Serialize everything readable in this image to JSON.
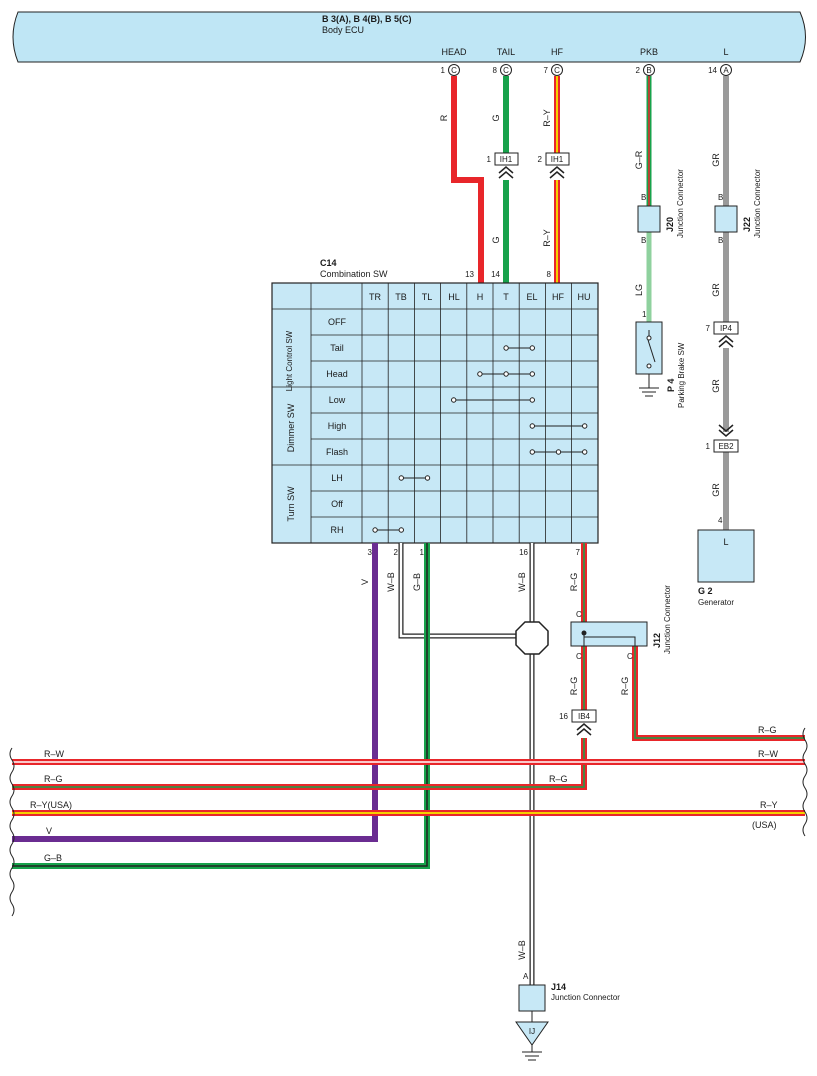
{
  "ecu": {
    "code": "B 3(A), B 4(B), B 5(C)",
    "name": "Body ECU",
    "terminals": [
      {
        "name": "HEAD",
        "pin": "1",
        "conn": "C"
      },
      {
        "name": "TAIL",
        "pin": "8",
        "conn": "C"
      },
      {
        "name": "HF",
        "pin": "7",
        "conn": "C"
      },
      {
        "name": "PKB",
        "pin": "2",
        "conn": "B"
      },
      {
        "name": "L",
        "pin": "14",
        "conn": "A"
      }
    ]
  },
  "wires": {
    "head": "R",
    "tail": "G",
    "hf": "R–Y",
    "pkb_upper": "G–R",
    "pkb_lower": "LG",
    "l": "GR",
    "tr": "V",
    "tb": "W–B",
    "tl": "G–B",
    "el": "W–B",
    "hu": "R–G",
    "j12_left": "R–G",
    "j12_right": "R–G",
    "ground_lead": "W–B"
  },
  "connectors": {
    "ih1_head_pin": "1",
    "ih1_hf_pin": "2",
    "ih1": "IH1",
    "ip4_pin": "7",
    "ip4": "IP4",
    "eb2_pin": "1",
    "eb2": "EB2",
    "ib4_pin": "16",
    "ib4": "IB4"
  },
  "junctions": {
    "j20": {
      "code": "J20",
      "name": "Junction Connector",
      "pin_top": "B",
      "pin_bottom": "B"
    },
    "j22": {
      "code": "J22",
      "name": "Junction Connector",
      "pin_top": "B",
      "pin_bottom": "B"
    },
    "j12": {
      "code": "J12",
      "name": "Junction Connector",
      "pin_top": "C",
      "pin_left": "C",
      "pin_right": "C"
    },
    "j14": {
      "code": "J14",
      "name": "Junction Connector",
      "pin": "A"
    }
  },
  "components": {
    "p4": {
      "code": "P 4",
      "name": "Parking Brake SW",
      "pin": "1"
    },
    "g2": {
      "code": "G 2",
      "name": "Generator",
      "pin": "4",
      "terminal": "L"
    },
    "ground_label": "IJ"
  },
  "combination_sw": {
    "code": "C14",
    "name": "Combination SW",
    "top_pins": {
      "h": "13",
      "t": "14",
      "hf": "8"
    },
    "bottom_pins": {
      "tr": "3",
      "tb": "2",
      "tl": "1",
      "el": "16",
      "hu": "7"
    },
    "columns": [
      "TR",
      "TB",
      "TL",
      "HL",
      "H",
      "T",
      "EL",
      "HF",
      "HU"
    ],
    "groups": [
      {
        "name": "Light Control SW",
        "rows": [
          "OFF",
          "Tail",
          "Head"
        ]
      },
      {
        "name": "Dimmer SW",
        "rows": [
          "Low",
          "High",
          "Flash"
        ]
      },
      {
        "name": "Turn SW",
        "rows": [
          "LH",
          "Off",
          "RH"
        ]
      }
    ]
  },
  "harness": {
    "left": [
      "R–W",
      "R–G",
      "R–Y(USA)",
      "V",
      "G–B"
    ],
    "right_rg_top": "R–G",
    "right_rw": "R–W",
    "right_ry": "R–Y",
    "right_usa": "(USA)",
    "ib4_rg": "R–G"
  },
  "colors": {
    "ecu_fill": "#bfe6f5",
    "connector_fill": "#c7e8f6",
    "red": "#e8262a",
    "green": "#17a24b",
    "light_green": "#8fd19e",
    "yellow": "#f5d000",
    "grey": "#9a9a9a",
    "purple": "#6a2c91",
    "white": "#ffffff"
  }
}
